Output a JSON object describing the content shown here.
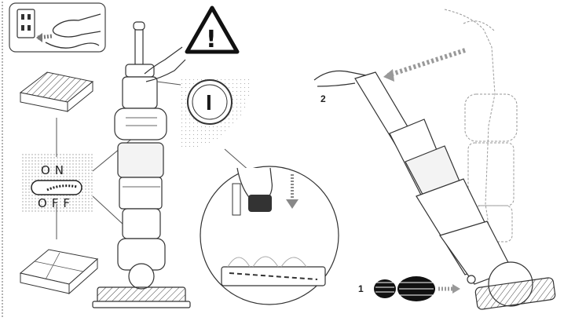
{
  "manual": {
    "warning_symbol": "!",
    "power_switch_symbol": "I",
    "switch_on_label": "ON",
    "switch_off_label": "OFF",
    "step_1_label": "1",
    "step_2_label": "2"
  },
  "icons": {
    "warning": "warning-triangle-icon",
    "power": "power-button-icon",
    "press_arrow": "arrow-down-icon",
    "tilt_arrow": "arrow-left-icon",
    "step_arrow": "arrow-right-icon"
  },
  "colors": {
    "ink": "#222222",
    "stipple": "#bdbdbd",
    "paper": "#ffffff"
  }
}
